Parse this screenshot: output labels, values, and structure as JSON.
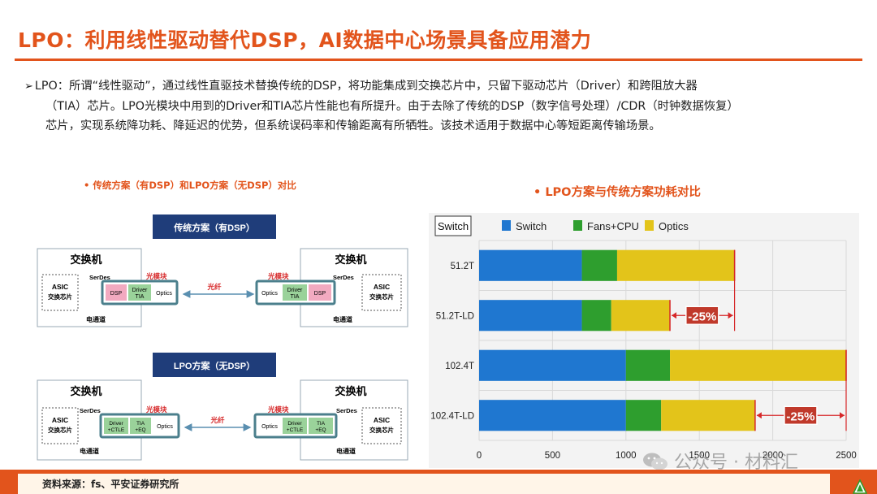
{
  "title": "LPO：利用线性驱动替代DSP，AI数据中心场景具备应用潜力",
  "bullet": {
    "marker": "➢",
    "line1": "LPO：所谓“线性驱动”，通过线性直驱技术替换传统的DSP，将功能集成到交换芯片中，只留下驱动芯片（Driver）和跨阻放大器",
    "line2": "（TIA）芯片。LPO光模块中用到的Driver和TIA芯片性能也有所提升。由于去除了传统的DSP（数字信号处理）/CDR（时钟数据恢复）",
    "line3": "芯片，实现系统降功耗、降延迟的优势，但系统误码率和传输距离有所牺牲。该技术适用于数据中心等短距离传输场景。"
  },
  "left_panel": {
    "subtitle": "•  传统方案（有DSP）和LPO方案（无DSP）对比",
    "traditional": {
      "header": "传统方案（有DSP）",
      "switch_label": "交换机",
      "serdes": "SerDes",
      "asic": "ASIC",
      "asic_sub": "交换芯片",
      "channel": "电通道",
      "module": "光模块",
      "fiber": "光纤",
      "dsp": "DSP",
      "driver": "Driver",
      "tia": "TIA",
      "optics": "Optics"
    },
    "lpo": {
      "header": "LPO方案（无DSP）",
      "switch_label": "交换机",
      "serdes": "SerDes",
      "asic": "ASIC",
      "asic_sub": "交换芯片",
      "channel": "电通道",
      "module": "光模块",
      "fiber": "光纤",
      "driver": "Driver",
      "driver_sub": "+CTLE",
      "tia": "TIA",
      "tia_sub": "+EQ",
      "optics": "Optics"
    }
  },
  "right_panel": {
    "subtitle": "•  LPO方案与传统方案功耗对比"
  },
  "chart_data": {
    "type": "bar",
    "orientation": "horizontal",
    "stacked": true,
    "corner_label": "Switch",
    "categories": [
      "51.2T",
      "51.2T-LD",
      "102.4T",
      "102.4T-LD"
    ],
    "series": [
      {
        "name": "Switch",
        "color": "#1f77d0",
        "values": [
          700,
          700,
          1000,
          1000
        ]
      },
      {
        "name": "Fans+CPU",
        "color": "#2e9e2e",
        "values": [
          240,
          200,
          300,
          240
        ]
      },
      {
        "name": "Optics",
        "color": "#e3c41a",
        "values": [
          800,
          400,
          1200,
          640
        ]
      }
    ],
    "xticks": [
      "0",
      "500",
      "1000",
      "1500",
      "2000",
      "2500"
    ],
    "xlim": [
      0,
      2500
    ],
    "annotations": [
      "-25%",
      "-25%"
    ],
    "legend_position": "top",
    "grid": true
  },
  "footer": {
    "source": "资料来源：fs、平安证券研究所"
  },
  "watermark": {
    "text": "公众号 · 材料汇"
  },
  "colors": {
    "accent": "#e2541c",
    "navy": "#1f3d7a",
    "teal_border": "#4b7f8c",
    "dsp_pink": "#f2aac0",
    "driver_green": "#9ad29a",
    "marker_red": "#d62728"
  }
}
